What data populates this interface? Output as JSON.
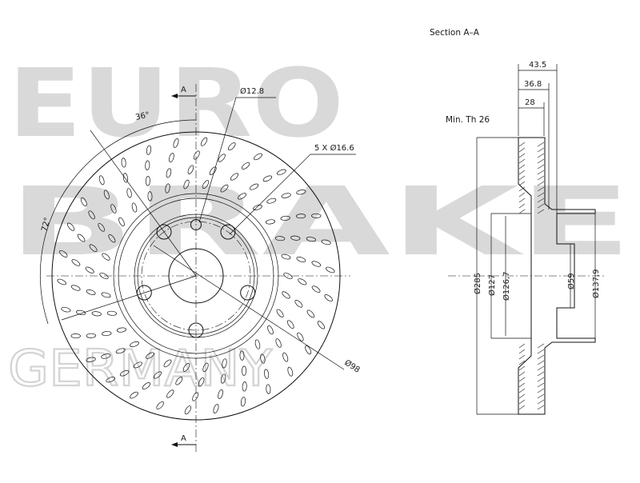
{
  "watermark": {
    "line1": "EURO",
    "line2": "BRAKE",
    "line3": "GERMANY"
  },
  "front_view": {
    "section_marker_top": "A",
    "section_marker_bottom": "A",
    "angle_36": "36°",
    "angle_72": "72°",
    "bolt_hole_dia": "Ø12.8",
    "stud_holes": "5 X Ø16.6",
    "pcd": "Ø98"
  },
  "section_view": {
    "title": "Section A–A",
    "min_thickness": "Min. Th 26",
    "overall_height": "43.5",
    "hat_height": "36.8",
    "thickness": "28",
    "outer_diameter": "Ø285",
    "d127": "Ø127",
    "d126_7": "Ø126,7",
    "centre_bore": "Ø59",
    "d137_9": "Ø137,9"
  }
}
